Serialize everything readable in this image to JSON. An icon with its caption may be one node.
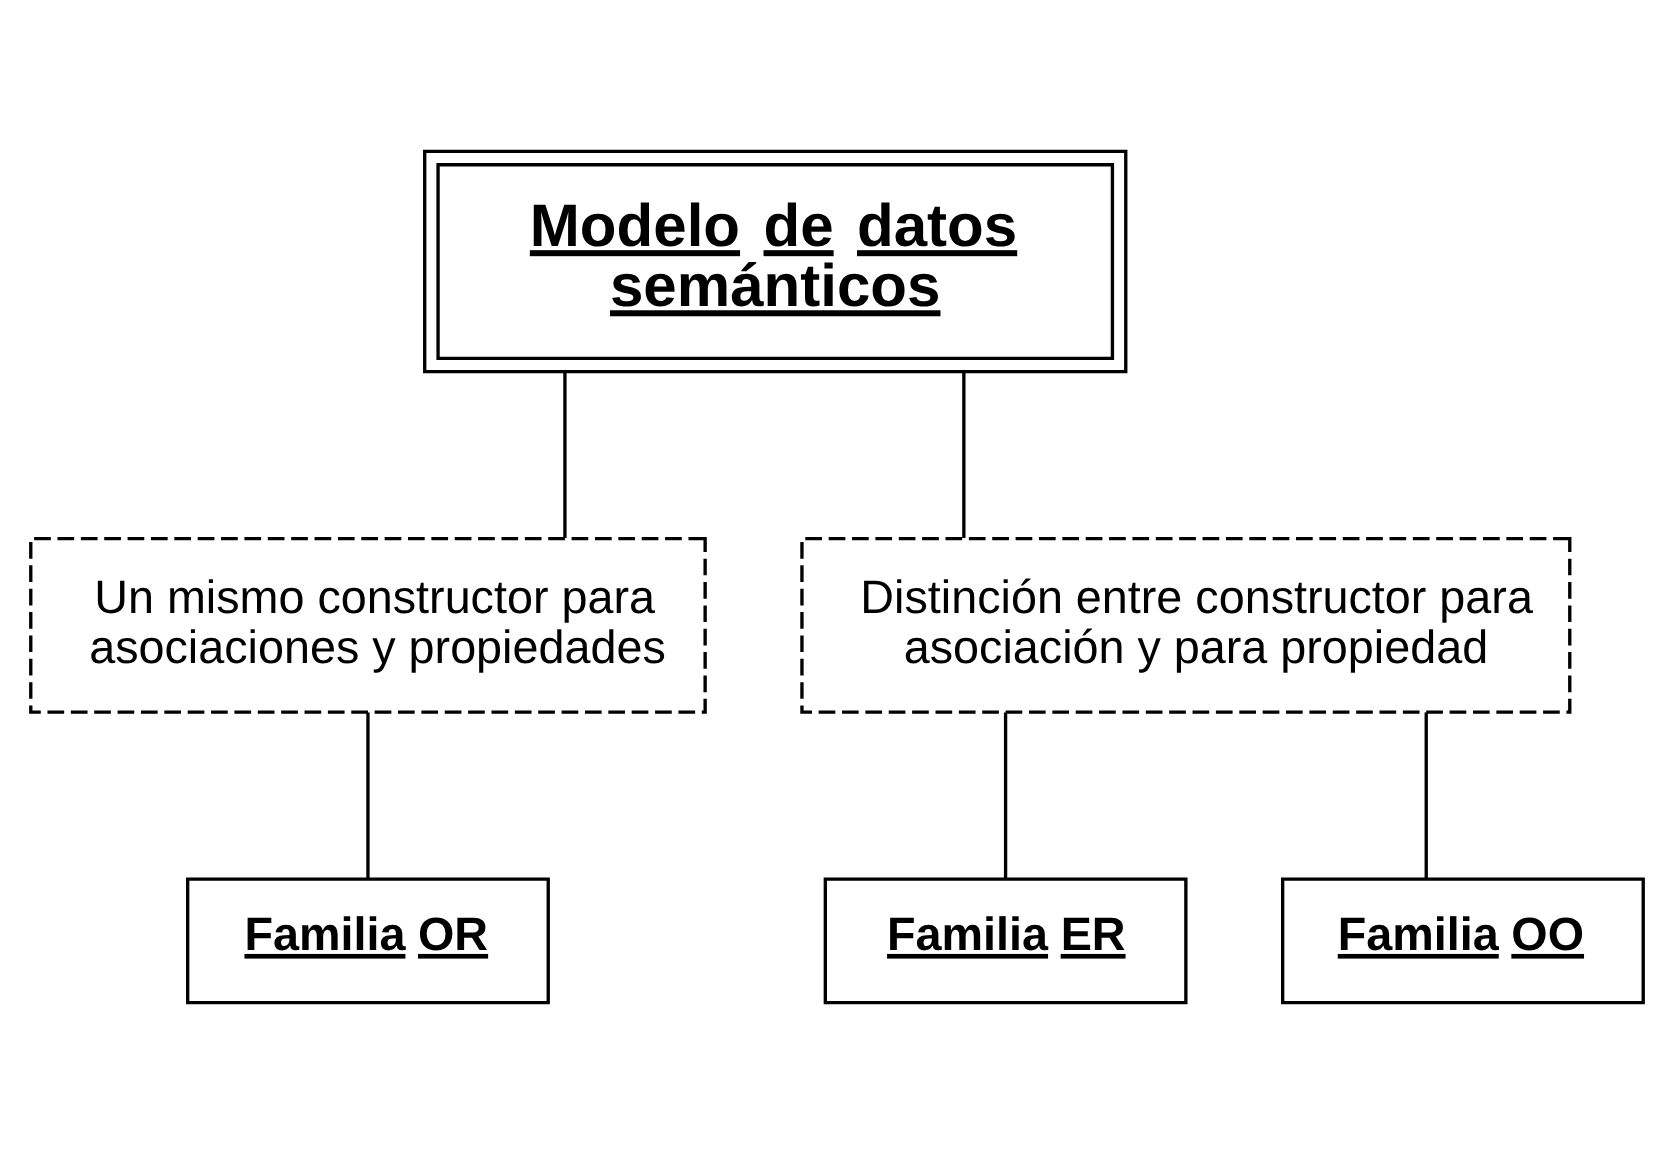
{
  "diagram": {
    "nodes": [
      {
        "text": [
          "Modelo de datos semánticos"
        ]
      },
      {
        "text": [
          "Un mismo constructor para asociaciones y propiedades"
        ]
      },
      {
        "text": [
          "Distinción entre constructor para asociación y para propiedad"
        ]
      },
      {
        "text": [
          "Familia OR"
        ]
      },
      {
        "text": [
          "Familia ER"
        ]
      },
      {
        "text": [
          "Familia OO"
        ]
      }
    ],
    "edges": [
      {
        "from": 0,
        "to": 1,
        "arrow": "none"
      },
      {
        "from": 0,
        "to": 2,
        "arrow": "none"
      },
      {
        "from": 1,
        "to": 3,
        "arrow": "none"
      },
      {
        "from": 2,
        "to": 4,
        "arrow": "none"
      },
      {
        "from": 2,
        "to": 5,
        "arrow": "none"
      }
    ]
  }
}
